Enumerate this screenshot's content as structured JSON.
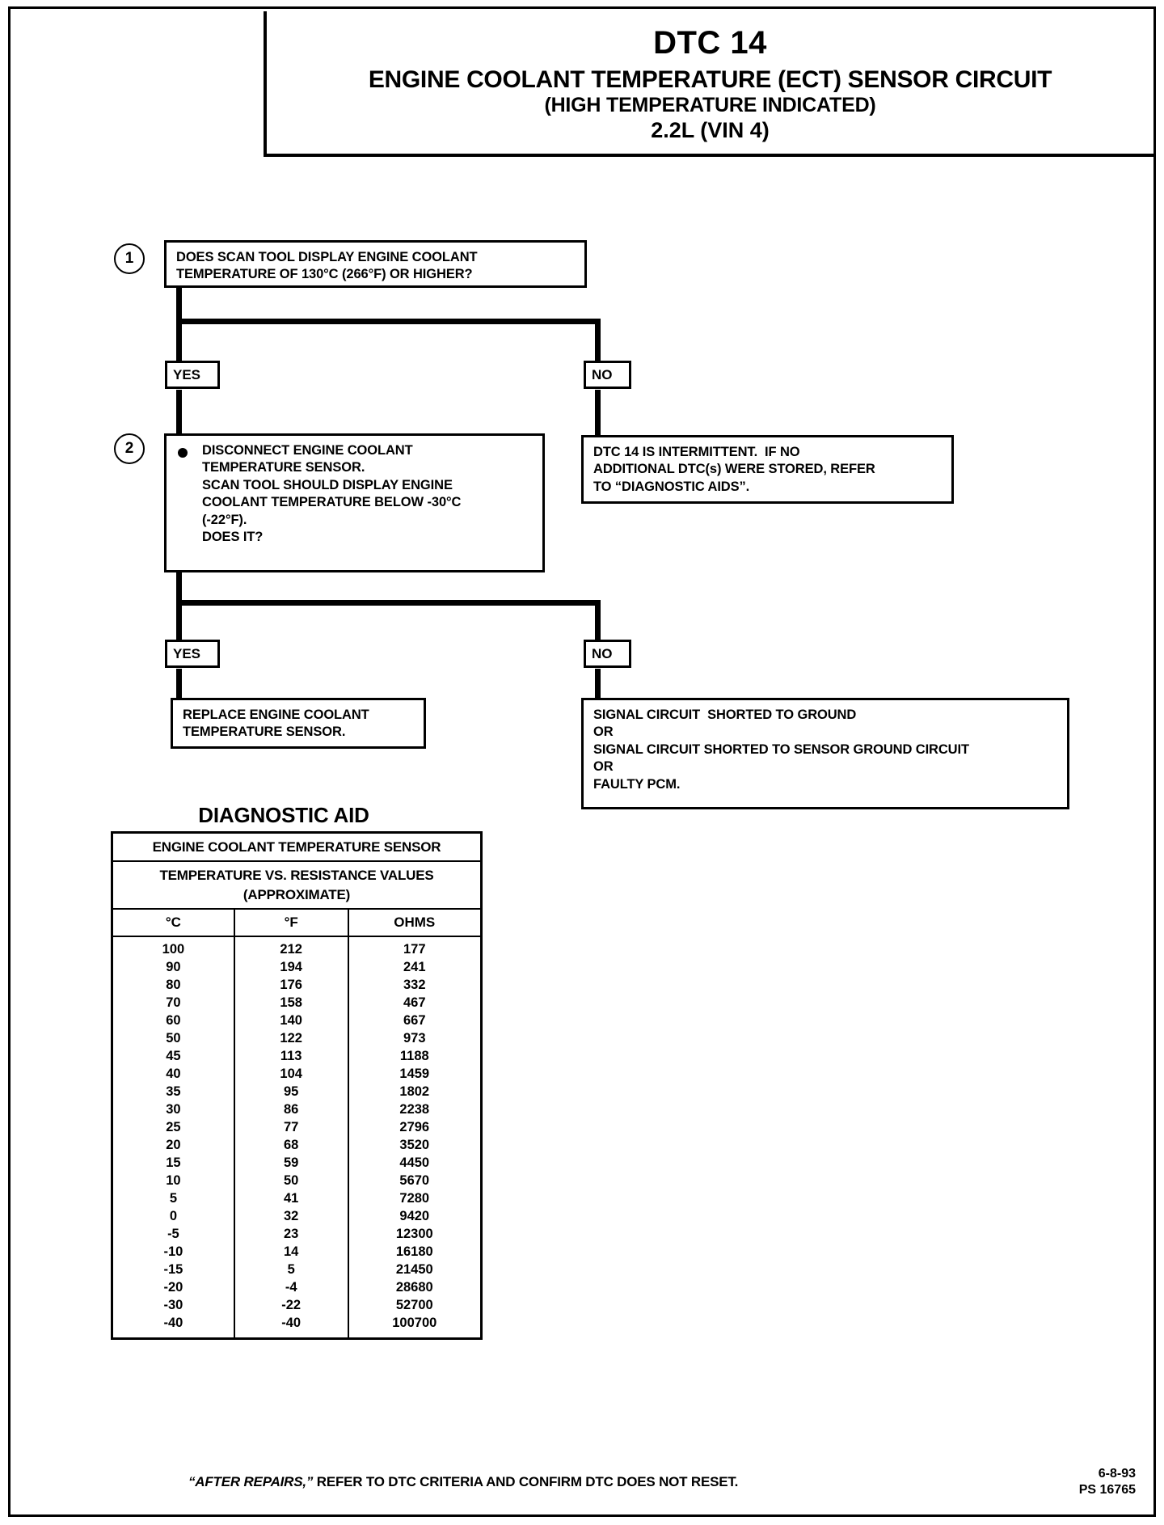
{
  "title": {
    "dtc_code": "DTC 14",
    "circuit": "ENGINE COOLANT TEMPERATURE (ECT) SENSOR CIRCUIT",
    "condition": "(HIGH TEMPERATURE INDICATED)",
    "engine": "2.2L  (VIN 4)"
  },
  "steps": {
    "step1": {
      "number": "1",
      "line1": "DOES SCAN TOOL DISPLAY ENGINE COOLANT",
      "line2": "TEMPERATURE OF 130°C (266°F) OR HIGHER?"
    },
    "step2": {
      "number": "2",
      "line1": "DISCONNECT ENGINE COOLANT",
      "line2": "TEMPERATURE SENSOR.",
      "line3": "SCAN TOOL SHOULD DISPLAY ENGINE",
      "line4": "COOLANT TEMPERATURE BELOW -30°C",
      "line5": "(-22°F).",
      "line6": "DOES IT?"
    }
  },
  "branches": {
    "yes1": "YES",
    "no1": "NO",
    "yes2": "YES",
    "no2": "NO"
  },
  "outcomes": {
    "intermittent": {
      "line1": "DTC 14 IS INTERMITTENT.  IF NO",
      "line2": "ADDITIONAL DTC(s) WERE STORED, REFER",
      "line3": "TO “DIAGNOSTIC AIDS”."
    },
    "replace_sensor": {
      "line1": "REPLACE ENGINE COOLANT",
      "line2": "TEMPERATURE SENSOR."
    },
    "circuit_faults": {
      "line1": "SIGNAL CIRCUIT  SHORTED TO GROUND",
      "line2": "OR",
      "line3": "SIGNAL CIRCUIT SHORTED TO SENSOR GROUND CIRCUIT",
      "line4": "OR",
      "line5": "FAULTY PCM."
    }
  },
  "diagnostic_aid": {
    "title": "DIAGNOSTIC AID",
    "header1": "ENGINE COOLANT TEMPERATURE SENSOR",
    "header2": "TEMPERATURE VS. RESISTANCE VALUES",
    "header3": "(APPROXIMATE)",
    "columns": [
      "°C",
      "°F",
      "OHMS"
    ],
    "rows": [
      [
        "100",
        "212",
        "177"
      ],
      [
        "90",
        "194",
        "241"
      ],
      [
        "80",
        "176",
        "332"
      ],
      [
        "70",
        "158",
        "467"
      ],
      [
        "60",
        "140",
        "667"
      ],
      [
        "50",
        "122",
        "973"
      ],
      [
        "45",
        "113",
        "1188"
      ],
      [
        "40",
        "104",
        "1459"
      ],
      [
        "35",
        "95",
        "1802"
      ],
      [
        "30",
        "86",
        "2238"
      ],
      [
        "25",
        "77",
        "2796"
      ],
      [
        "20",
        "68",
        "3520"
      ],
      [
        "15",
        "59",
        "4450"
      ],
      [
        "10",
        "50",
        "5670"
      ],
      [
        "5",
        "41",
        "7280"
      ],
      [
        "0",
        "32",
        "9420"
      ],
      [
        "-5",
        "23",
        "12300"
      ],
      [
        "-10",
        "14",
        "16180"
      ],
      [
        "-15",
        "5",
        "21450"
      ],
      [
        "-20",
        "-4",
        "28680"
      ],
      [
        "-30",
        "-22",
        "52700"
      ],
      [
        "-40",
        "-40",
        "100700"
      ]
    ]
  },
  "footer": {
    "note_lead": "“AFTER REPAIRS,”",
    "note_rest": " REFER TO DTC CRITERIA  AND CONFIRM DTC DOES NOT RESET.",
    "date": "6-8-93",
    "ref": "PS 16765"
  }
}
